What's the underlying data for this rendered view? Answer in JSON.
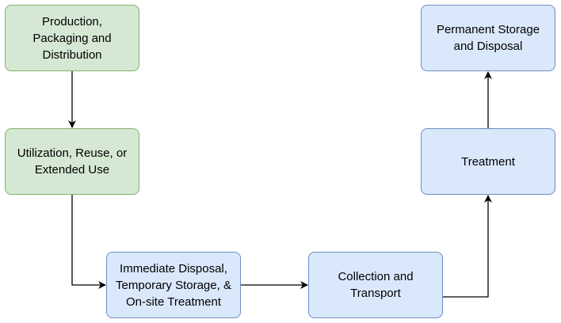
{
  "diagram": {
    "nodes": {
      "production": {
        "label": "Production,\nPackaging and\nDistribution",
        "color": "#d5e8d4"
      },
      "utilization": {
        "label": "Utilization, Reuse, or\nExtended Use",
        "color": "#d5e8d4"
      },
      "immediate": {
        "label": "Immediate Disposal,\nTemporary Storage, &\nOn-site Treatment",
        "color": "#dae8fc"
      },
      "collection": {
        "label": "Collection and\nTransport",
        "color": "#dae8fc"
      },
      "treatment": {
        "label": "Treatment",
        "color": "#dae8fc"
      },
      "permanent": {
        "label": "Permanent Storage\nand Disposal",
        "color": "#dae8fc"
      }
    },
    "edges": [
      {
        "from": "production",
        "to": "utilization"
      },
      {
        "from": "utilization",
        "to": "immediate"
      },
      {
        "from": "immediate",
        "to": "collection"
      },
      {
        "from": "collection",
        "to": "treatment"
      },
      {
        "from": "treatment",
        "to": "permanent"
      }
    ]
  }
}
